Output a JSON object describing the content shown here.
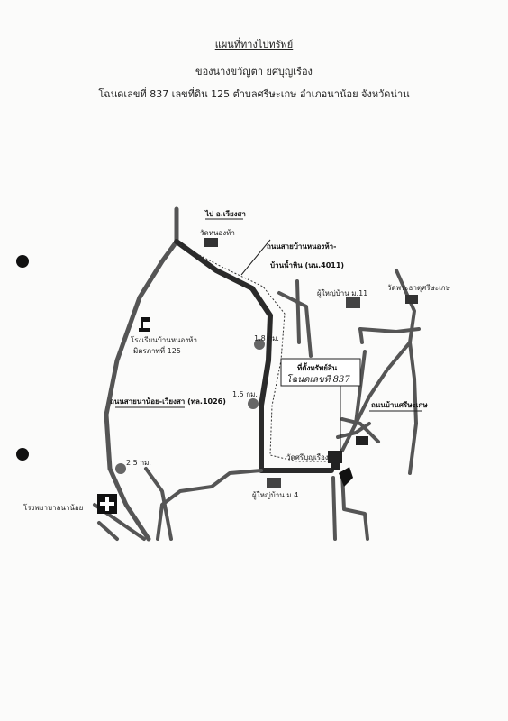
{
  "header": {
    "title": "แผนที่ทางไปทรัพย์",
    "owner": "ของนางขวัญตา  ยศบุญเรือง",
    "deed": "โฉนดเลขที่ 837  เลขที่ดิน 125  ตำบลศรีษะเกษ  อำเภอนาน้อย  จังหวัดน่าน"
  },
  "map": {
    "to_wiang_sa": "ไป  อ.เวียงสา",
    "wat_nong_ha": "วัดหนองห้า",
    "road_nong_ha_1": "ถนนสายบ้านหนองห้า-",
    "road_nong_ha_2": "บ้านน้ำหิน (นน.4011)",
    "village_head_11": "ผู้ใหญ่บ้าน ม.11",
    "wat_phra_that": "วัดพระธาตุศรีษะเกษ",
    "school_1": "โรงเรียนบ้านหนองห้า",
    "school_2": "มิตรภาพที่ 125",
    "dist_1_8": "1.8 กม.",
    "dist_1_5": "1.5 กม.",
    "dist_2_5": "2.5 กม.",
    "property_label": "ที่ตั้งทรัพย์สิน",
    "property_deed": "โฉนดเลขที่ 837",
    "road_sri_sa_ket": "ถนนบ้านศรีษะเกษ",
    "road_na_noi_wiang_sa": "ถนนสายนาน้อย-เวียงสา (ทล.1026)",
    "wat_sri_bun_rueang": "วัดศรีบุญเรือง",
    "village_head_4": "ผู้ใหญ่บ้าน ม.4",
    "hospital": "โรงพยาบาลนาน้อย"
  },
  "colors": {
    "road": "#555555",
    "route": "#2a2a2a",
    "paper": "#fbfbfa"
  }
}
